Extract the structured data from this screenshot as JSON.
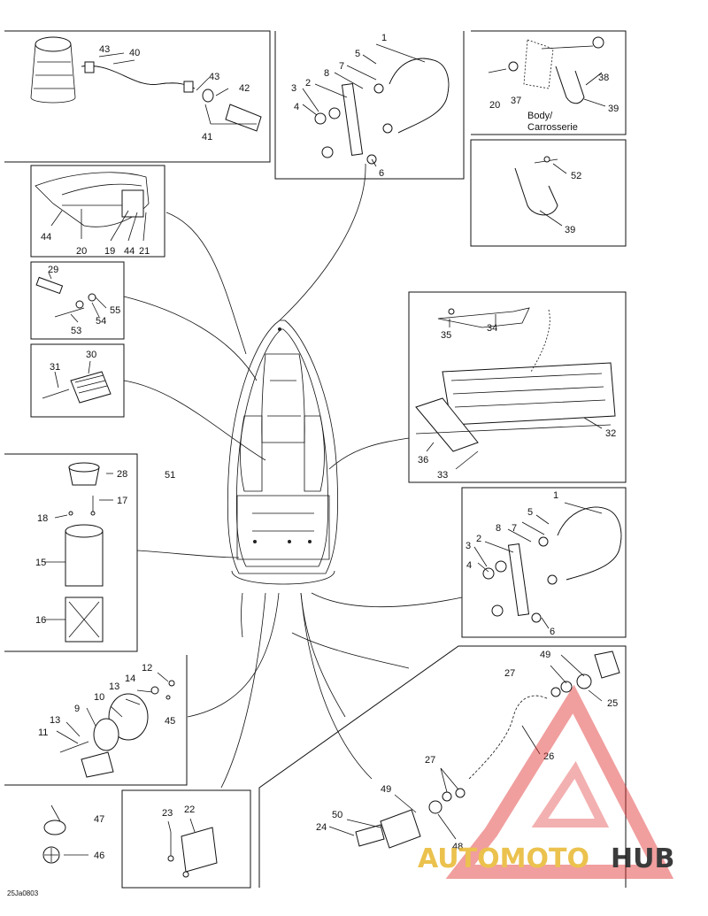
{
  "labels": {
    "l43a": "43",
    "l40": "40",
    "l43b": "43",
    "l42": "42",
    "l41": "41",
    "l1a": "1",
    "l5a": "5",
    "l7a": "7",
    "l8a": "8",
    "l2a": "2",
    "l3a": "3",
    "l4a": "4",
    "l6a": "6",
    "l20a": "20",
    "l37": "37",
    "l38": "38",
    "l39a": "39",
    "l52": "52",
    "l39b": "39",
    "l44a": "44",
    "l20b": "20",
    "l19": "19",
    "l44b": "44",
    "l21": "21",
    "l29": "29",
    "l55": "55",
    "l54": "54",
    "l53": "53",
    "l30": "30",
    "l31": "31",
    "l35": "35",
    "l34": "34",
    "l32": "32",
    "l36": "36",
    "l33": "33",
    "l51": "51",
    "l28": "28",
    "l17": "17",
    "l18": "18",
    "l15": "15",
    "l16": "16",
    "l1b": "1",
    "l5b": "5",
    "l7b": "7",
    "l8b": "8",
    "l2b": "2",
    "l3b": "3",
    "l4b": "4",
    "l6b": "6",
    "l12": "12",
    "l14": "14",
    "l13a": "13",
    "l10": "10",
    "l9": "9",
    "l13b": "13",
    "l11": "11",
    "l45": "45",
    "l49a": "49",
    "l27a": "27",
    "l25": "25",
    "l26": "26",
    "l27b": "27",
    "l49b": "49",
    "l50": "50",
    "l24": "24",
    "l48": "48",
    "l47": "47",
    "l46": "46",
    "l23": "23",
    "l22": "22"
  },
  "body_caption": {
    "line1": "Body/",
    "line2": "Carrosserie"
  },
  "drawing_code": "25Ja0803",
  "watermark": {
    "part1": "AUTOMOTO",
    "part2": "HUB"
  },
  "colors": {
    "watermark_red": "#e03030",
    "watermark_gold": "#e8b830",
    "line": "#111111"
  }
}
